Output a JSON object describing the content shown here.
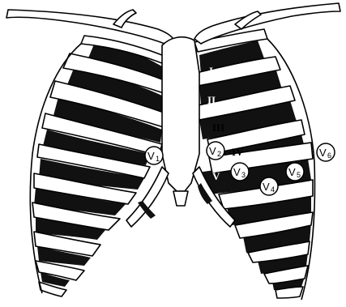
{
  "intercostal_spaces": {
    "i": "I",
    "ii": "II",
    "iii": "III",
    "iv": "IV",
    "v": "V"
  },
  "leads": {
    "v1": {
      "letter": "V",
      "number": "1"
    },
    "v2": {
      "letter": "V",
      "number": "2"
    },
    "v3": {
      "letter": "V",
      "number": "3"
    },
    "v4": {
      "letter": "V",
      "number": "4"
    },
    "v5": {
      "letter": "V",
      "number": "5"
    },
    "v6": {
      "letter": "V",
      "number": "6"
    }
  }
}
